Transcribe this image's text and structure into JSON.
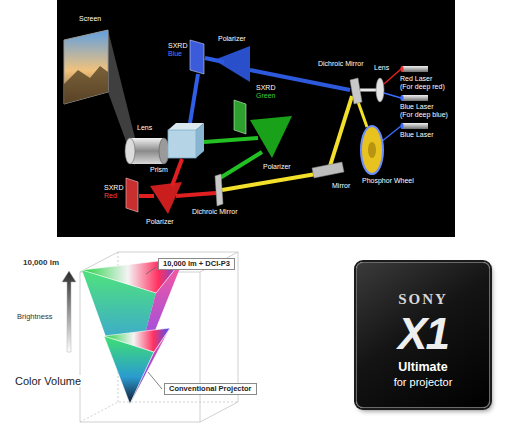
{
  "diagram": {
    "nodes": [
      {
        "text": [
          "10,000 lm + DCI-P3"
        ]
      },
      {
        "text": [
          "Conventional Projector"
        ]
      },
      {
        "text": [
          "SONY",
          "X1",
          "Ultimate",
          "for projector"
        ]
      }
    ],
    "labels": [
      "Screen",
      "Lens",
      "SXRD",
      "Blue",
      "Polarizer",
      "SXRD",
      "Green",
      "Dichroic Mirror",
      "Lens",
      "Red Laser",
      "(For deep red)",
      "Blue Laser",
      "(For deep blue)",
      "Blue Laser",
      "Prism",
      "Phosphor Wheel",
      "Polarizer",
      "SXRD",
      "Red",
      "Polarizer",
      "Dichroic Mirror",
      "Mirror",
      "10,000 lm",
      "Brightness",
      "Color Volume"
    ]
  }
}
